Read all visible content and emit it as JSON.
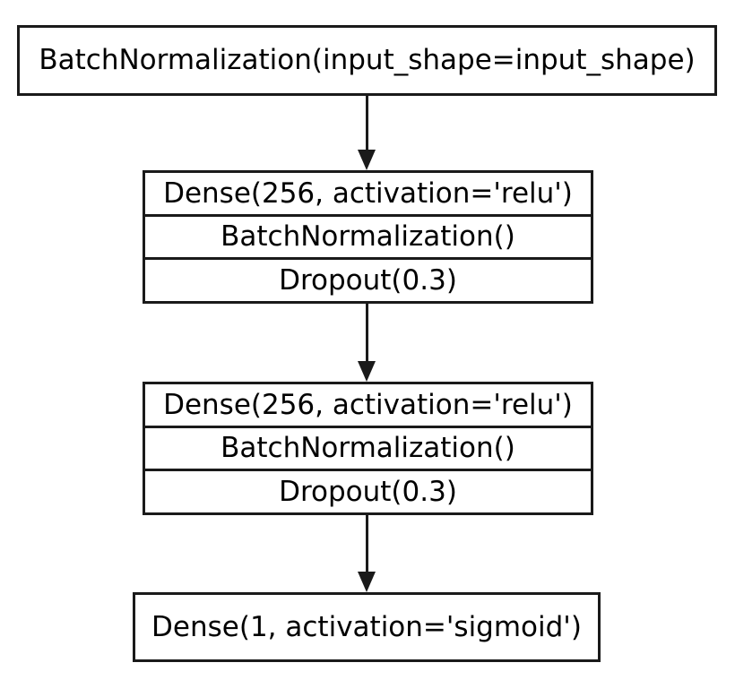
{
  "diagram": {
    "background": "#ffffff",
    "stroke": "#1a1a1a",
    "nodes": {
      "input_batchnorm": {
        "label": "BatchNormalization(input_shape=input_shape)"
      },
      "dense_block_1": {
        "rows": [
          "Dense(256, activation='relu')",
          "BatchNormalization()",
          "Dropout(0.3)"
        ]
      },
      "dense_block_2": {
        "rows": [
          "Dense(256, activation='relu')",
          "BatchNormalization()",
          "Dropout(0.3)"
        ]
      },
      "output_dense": {
        "label": "Dense(1, activation='sigmoid')"
      }
    }
  }
}
